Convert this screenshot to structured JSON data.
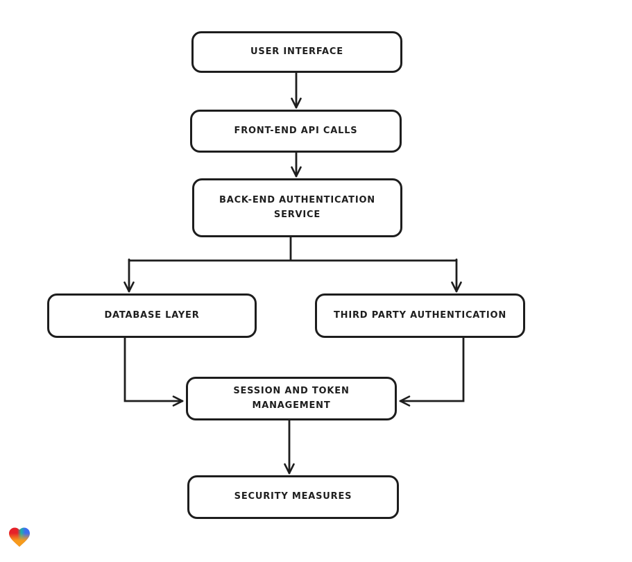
{
  "diagram": {
    "type": "flowchart",
    "style": "hand-drawn",
    "stroke_color": "#1d1d1d",
    "background": "#ffffff",
    "nodes": [
      {
        "id": "user-interface",
        "label": "USER INTERFACE"
      },
      {
        "id": "front-end-api-calls",
        "label": "FRONT-END API CALLS"
      },
      {
        "id": "back-end-auth-service",
        "label": "BACK-END AUTHENTICATION SERVICE"
      },
      {
        "id": "database-layer",
        "label": "DATABASE LAYER"
      },
      {
        "id": "third-party-auth",
        "label": "THIRD PARTY AUTHENTICATION"
      },
      {
        "id": "session-token-mgmt",
        "label": "SESSION AND TOKEN MANAGEMENT"
      },
      {
        "id": "security-measures",
        "label": "SECURITY MEASURES"
      }
    ],
    "edges": [
      {
        "from": "user-interface",
        "to": "front-end-api-calls"
      },
      {
        "from": "front-end-api-calls",
        "to": "back-end-auth-service"
      },
      {
        "from": "back-end-auth-service",
        "to": "database-layer"
      },
      {
        "from": "back-end-auth-service",
        "to": "third-party-auth"
      },
      {
        "from": "database-layer",
        "to": "session-token-mgmt"
      },
      {
        "from": "third-party-auth",
        "to": "session-token-mgmt"
      },
      {
        "from": "session-token-mgmt",
        "to": "security-measures"
      }
    ]
  },
  "watermark": {
    "icon": "heart-icon",
    "colors": [
      "#e62129",
      "#1cb2a6",
      "#3e6cf0",
      "#f79b1c"
    ]
  }
}
